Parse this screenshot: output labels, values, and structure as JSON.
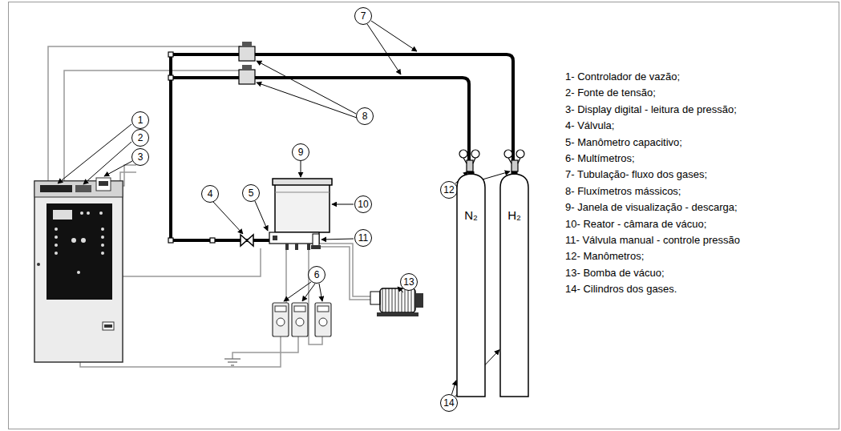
{
  "diagram": {
    "nodes": [
      {
        "text": [
          "1"
        ]
      },
      {
        "text": [
          "2"
        ]
      },
      {
        "text": [
          "3"
        ]
      },
      {
        "text": [
          "4"
        ]
      },
      {
        "text": [
          "5"
        ]
      },
      {
        "text": [
          "6"
        ]
      },
      {
        "text": [
          "7"
        ]
      },
      {
        "text": [
          "8"
        ]
      },
      {
        "text": [
          "9"
        ]
      },
      {
        "text": [
          "10"
        ]
      },
      {
        "text": [
          "11"
        ]
      },
      {
        "text": [
          "12"
        ]
      },
      {
        "text": [
          "13"
        ]
      },
      {
        "text": [
          "14"
        ]
      },
      {
        "text": [
          "N₂"
        ]
      },
      {
        "text": [
          "H₂"
        ]
      }
    ],
    "edges": [
      {
        "from": 13,
        "to": 14,
        "arrow": "to"
      },
      {
        "from": 13,
        "to": 15,
        "arrow": "to"
      }
    ],
    "labels": [
      "1- Controlador de vazão;",
      "2- Fonte de tensão;",
      "3- Display digital - leitura de pressão;",
      "4- Válvula;",
      "5- Manômetro capacitivo;",
      "6- Multímetros;",
      "7- Tubulação- fluxo dos gases;",
      "8- Fluxímetros mássicos;",
      "9- Janela de visualização - descarga;",
      "10- Reator - câmara de vácuo;",
      "11- Válvula manual - controle pressão",
      "12- Manômetros;",
      "13- Bomba de vácuo;",
      "14- Cilindros dos gases."
    ]
  }
}
